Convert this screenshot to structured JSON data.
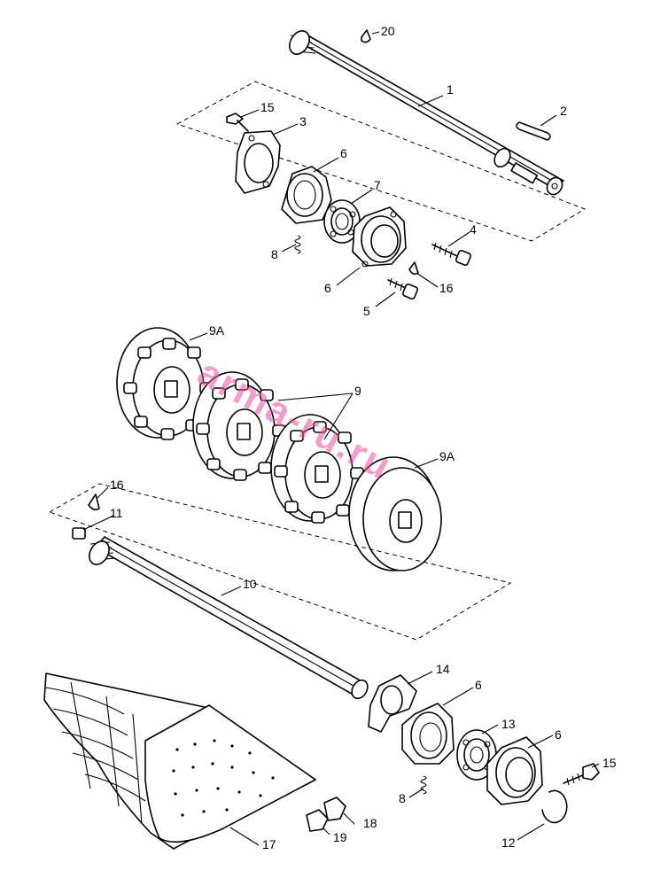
{
  "diagram": {
    "callouts": {
      "c20": "20",
      "c1": "1",
      "c2": "2",
      "c15a": "15",
      "c3": "3",
      "c6a": "6",
      "c7": "7",
      "c4": "4",
      "c8a": "8",
      "c6b": "6",
      "c16a": "16",
      "c5": "5",
      "c9A_top": "9A",
      "c9": "9",
      "c9A_bot": "9A",
      "c16b": "16",
      "c11": "11",
      "c10": "10",
      "c14": "14",
      "c6c": "6",
      "c13": "13",
      "c6d": "6",
      "c15b": "15",
      "c8b": "8",
      "c12": "12",
      "c18": "18",
      "c19": "19",
      "c17": "17"
    },
    "watermark": "arma-ru.ru"
  }
}
